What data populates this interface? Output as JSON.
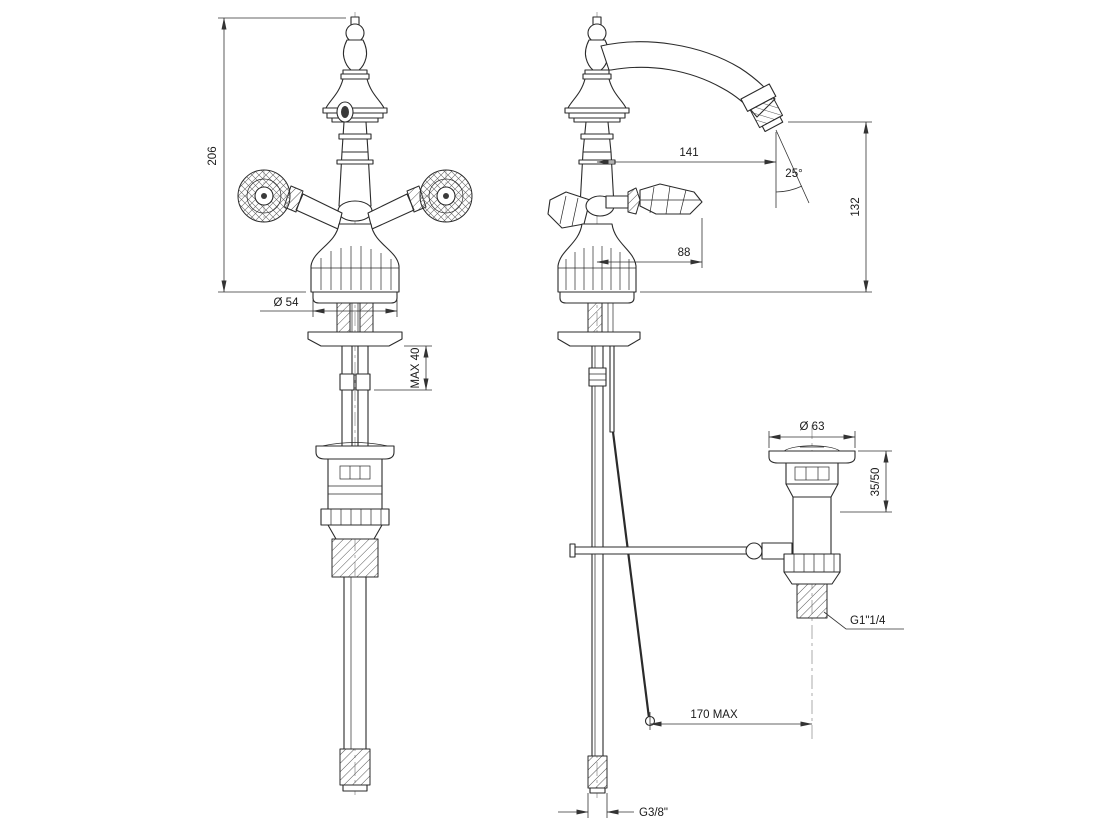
{
  "drawing": {
    "dimensions": {
      "total_height": "206",
      "base_diameter": "Ø 54",
      "max_deck_thickness": "MAX 40",
      "spout_reach": "141",
      "spout_angle": "25°",
      "spout_outlet_height": "132",
      "handle_reach": "88",
      "waste_flange_diameter": "Ø 63",
      "waste_adjust_range": "35/50",
      "waste_outlet_thread": "G1\"1/4",
      "popup_rod_reach": "170 MAX",
      "supply_hose_thread": "G3/8\""
    }
  }
}
